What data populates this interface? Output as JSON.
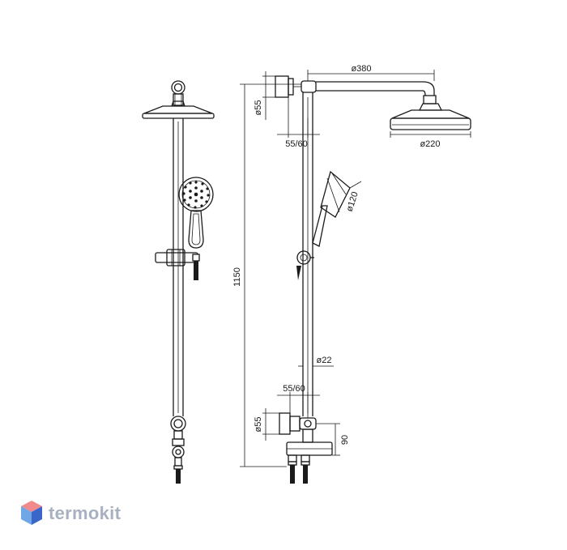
{
  "dimensions": {
    "arm_length": "ø380",
    "wall_bracket_top": "ø55",
    "offset_top": "55/60",
    "head_shower": "ø220",
    "hand_shower": "ø120",
    "total_height": "1150",
    "pipe": "ø22",
    "offset_bottom": "55/60",
    "wall_bracket_bottom": "ø55",
    "mixer_height": "90"
  },
  "brand": {
    "name": "termokit",
    "colors": {
      "mark_top": "#f08a8c",
      "mark_left": "#6ea6e6",
      "mark_right": "#3b66c9",
      "text": "#a8b1c0"
    }
  }
}
